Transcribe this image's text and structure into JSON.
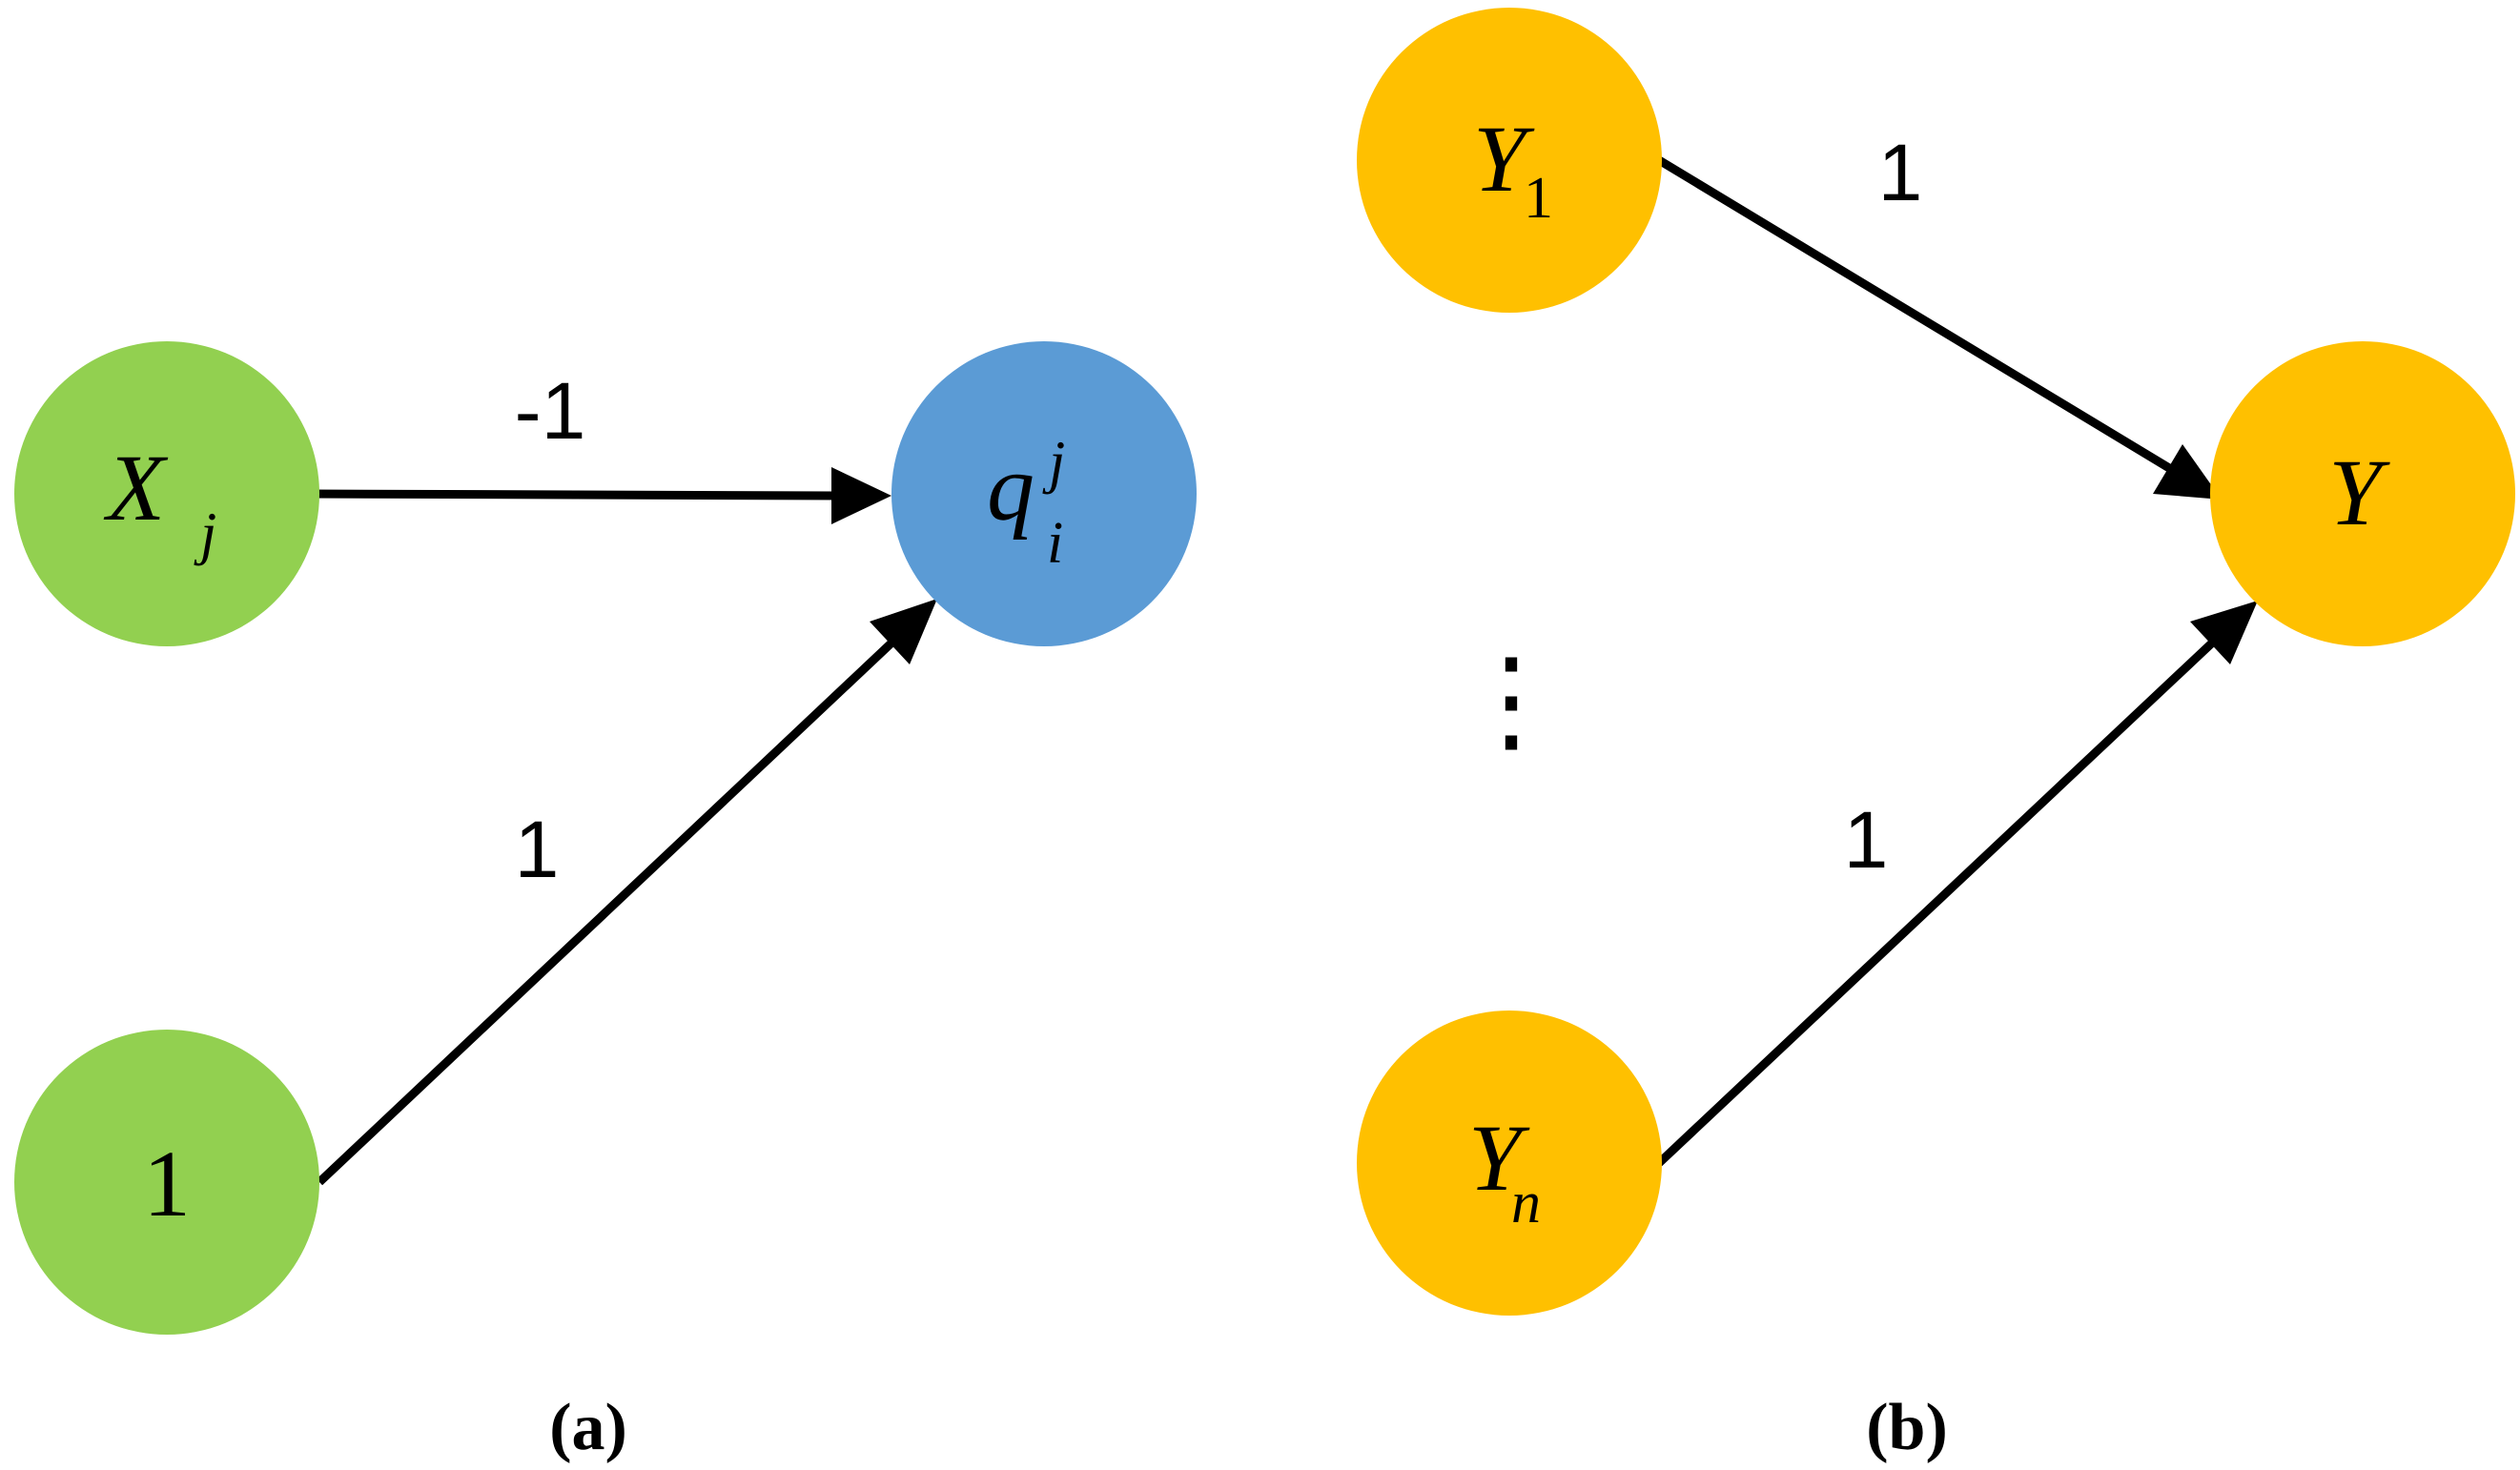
{
  "colors": {
    "green": "#92D050",
    "blue": "#5B9BD5",
    "orange": "#FFC000",
    "edge": "#000000"
  },
  "panel_a": {
    "caption": "(a)",
    "nodes": {
      "xj": {
        "main": "X",
        "sub": "j"
      },
      "one": {
        "main": "1"
      },
      "qij": {
        "main": "q",
        "sup": "j",
        "sub": "i"
      }
    },
    "edges": {
      "xj_to_qij": {
        "weight": "-1"
      },
      "one_to_qij": {
        "weight": "1"
      }
    }
  },
  "panel_b": {
    "caption": "(b)",
    "nodes": {
      "y1": {
        "main": "Y",
        "sub": "1"
      },
      "yn": {
        "main": "Y",
        "sub": "n"
      },
      "y": {
        "main": "Y"
      },
      "ellipsis": "⋮"
    },
    "edges": {
      "y1_to_y": {
        "weight": "1"
      },
      "yn_to_y": {
        "weight": "1"
      }
    }
  }
}
